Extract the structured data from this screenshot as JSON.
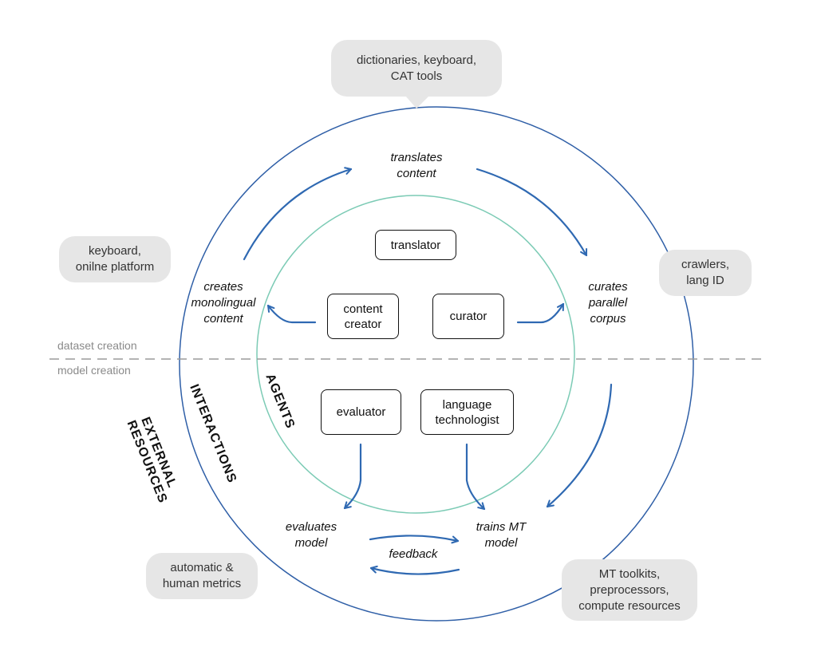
{
  "colors": {
    "outer_circle": "#2f5fa7",
    "inner_circle": "#7ccbb5",
    "arrows": "#2f69b2",
    "bubble_bg": "#e6e6e6",
    "divider": "#9a9a9a"
  },
  "labels": {
    "interactions": "INTERACTIONS",
    "external_resources": "EXTERNAL\nRESOURCES",
    "agents": "AGENTS"
  },
  "phases": {
    "top": "dataset creation",
    "bottom": "model creation"
  },
  "agents": {
    "translator": "translator",
    "content_creator": "content\ncreator",
    "curator": "curator",
    "evaluator": "evaluator",
    "language_technologist": "language\ntechnologist"
  },
  "actions": {
    "translates": "translates\ncontent",
    "creates": "creates\nmonolingual\ncontent",
    "curates": "curates\nparallel\ncorpus",
    "evaluates": "evaluates\nmodel",
    "trains": "trains MT\nmodel",
    "feedback": "feedback"
  },
  "resources": {
    "top": "dictionaries, keyboard,\nCAT tools",
    "left": "keyboard,\nonilne platform",
    "right": "crawlers,\nlang ID",
    "bottom_left": "automatic &\nhuman metrics",
    "bottom_right": "MT toolkits,\npreprocessors,\ncompute resources"
  }
}
